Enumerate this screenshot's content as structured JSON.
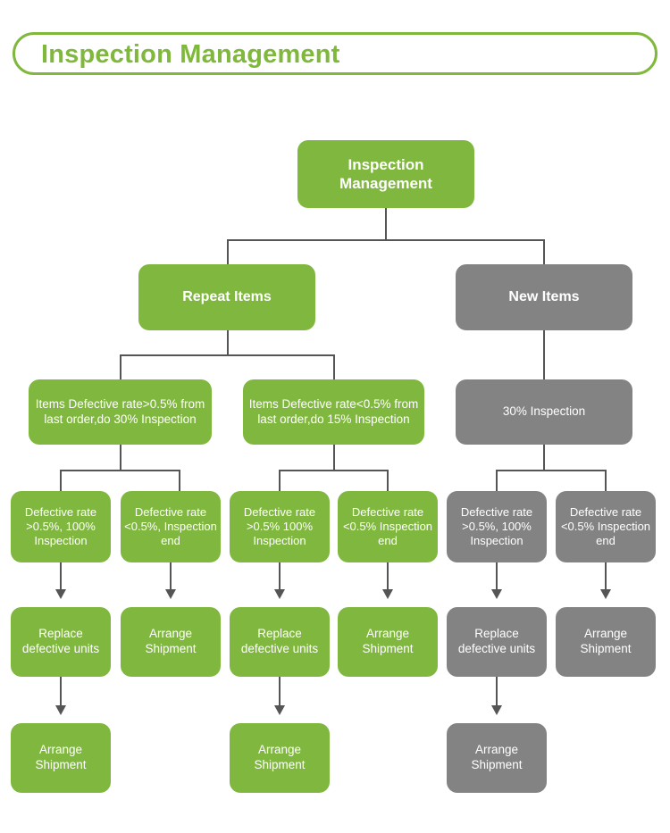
{
  "header": {
    "title": "Inspection Management"
  },
  "colors": {
    "green": "#80B83F",
    "gray": "#838383",
    "connector": "#555555",
    "node_text": "#FFFFFF",
    "header_text": "#7FB83C"
  },
  "diagram": {
    "root": {
      "label": "Inspection\nManagement",
      "color": "green"
    },
    "level2": [
      {
        "label": "Repeat Items",
        "color": "green"
      },
      {
        "label": "New Items",
        "color": "gray"
      }
    ],
    "level3": [
      {
        "label": "Items Defective rate>0.5% from last order,do 30% Inspection",
        "color": "green"
      },
      {
        "label": "Items Defective rate<0.5% from last order,do 15% Inspection",
        "color": "green"
      },
      {
        "label": "30% Inspection",
        "color": "gray"
      }
    ],
    "level4": [
      {
        "label": "Defective rate >0.5%, 100% Inspection",
        "color": "green"
      },
      {
        "label": "Defective rate <0.5%, Inspection end",
        "color": "green"
      },
      {
        "label": "Defective rate >0.5% 100% Inspection",
        "color": "green"
      },
      {
        "label": "Defective rate <0.5% Inspection end",
        "color": "green"
      },
      {
        "label": "Defective rate >0.5%, 100% Inspection",
        "color": "gray"
      },
      {
        "label": "Defective rate <0.5% Inspection end",
        "color": "gray"
      }
    ],
    "level5": [
      {
        "label": "Replace defective units",
        "color": "green"
      },
      {
        "label": "Arrange Shipment",
        "color": "green"
      },
      {
        "label": "Replace defective units",
        "color": "green"
      },
      {
        "label": "Arrange Shipment",
        "color": "green"
      },
      {
        "label": "Replace defective units",
        "color": "gray"
      },
      {
        "label": "Arrange Shipment",
        "color": "gray"
      }
    ],
    "level6": [
      {
        "label": "Arrange Shipment",
        "color": "green"
      },
      {
        "label": "Arrange Shipment",
        "color": "green"
      },
      {
        "label": "Arrange Shipment",
        "color": "gray"
      }
    ]
  }
}
